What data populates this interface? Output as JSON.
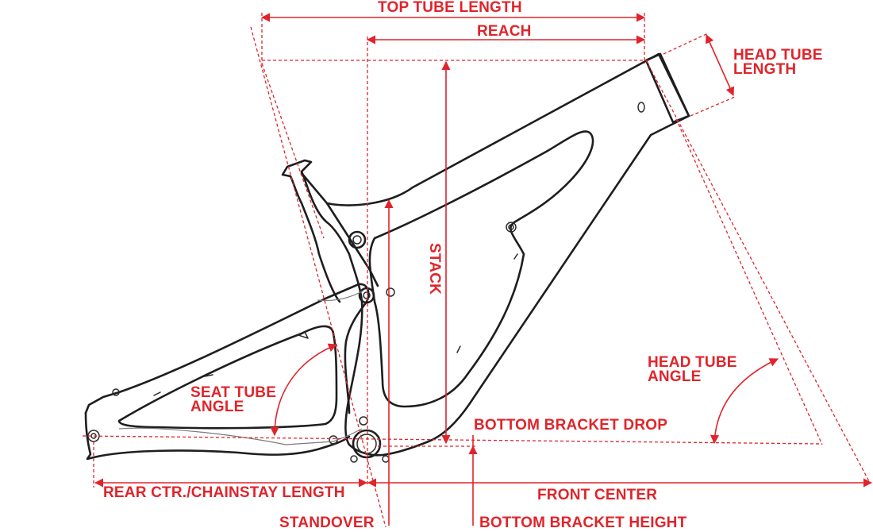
{
  "colors": {
    "annotation": "#e0242b",
    "frame": "#1e1e1e",
    "linkage": "#7a7a7a",
    "background": "#ffffff"
  },
  "labels": {
    "top_tube_length": "TOP TUBE LENGTH",
    "reach": "REACH",
    "head_tube_length": [
      "HEAD TUBE",
      "LENGTH"
    ],
    "stack": "STACK",
    "head_tube_angle": [
      "HEAD TUBE",
      "ANGLE"
    ],
    "seat_tube_angle": [
      "SEAT TUBE",
      "ANGLE"
    ],
    "bottom_bracket_drop": "BOTTOM BRACKET DROP",
    "rear_center_chainstay_length": "REAR CTR./CHAINSTAY LENGTH",
    "front_center": "FRONT CENTER",
    "standover": "STANDOVER",
    "bottom_bracket_height": "BOTTOM BRACKET HEIGHT"
  }
}
